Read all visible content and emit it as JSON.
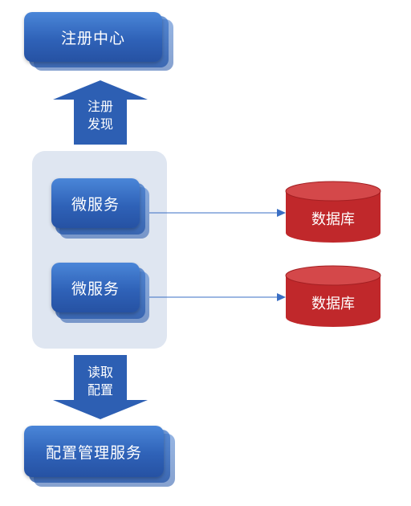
{
  "registry": {
    "label": "注册中心"
  },
  "register_arrow": {
    "line1": "注册",
    "line2": "发现"
  },
  "services": [
    {
      "label": "微服务"
    },
    {
      "label": "微服务"
    }
  ],
  "databases": [
    {
      "label": "数据库"
    },
    {
      "label": "数据库"
    }
  ],
  "config_arrow": {
    "line1": "读取",
    "line2": "配置"
  },
  "config_service": {
    "label": "配置管理服务"
  },
  "colors": {
    "box_blue": "#2f62b8",
    "group_bg": "#dfe6f1",
    "db_red": "#c0282b",
    "arrow_blue": "#2d5fb3",
    "connector": "#3a6fc4"
  }
}
